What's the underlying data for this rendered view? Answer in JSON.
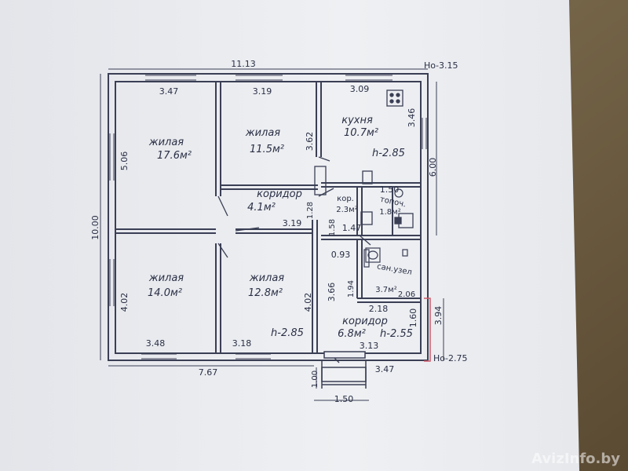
{
  "colors": {
    "paper": "#eceef1",
    "ink": "#2a2f45",
    "wall": "#3b3f55",
    "table": "#7a6a4e",
    "accent": "#d05a6a"
  },
  "overall": {
    "width_top": "11.13",
    "height_left": "10.00",
    "width_bottom": "7.67",
    "level_top": "Hо-3.15",
    "level_bottom": "Hо-2.75"
  },
  "rooms": [
    {
      "name": "жилая",
      "area": "17.6м²"
    },
    {
      "name": "жилая",
      "area": "11.5м²"
    },
    {
      "name": "кухня",
      "area": "10.7м²"
    },
    {
      "name": "коридор",
      "area": "4.1м²"
    },
    {
      "name": "кор.",
      "area": "2.3м²"
    },
    {
      "name": "топоч.",
      "area": "1.8м²"
    },
    {
      "name": "жилая",
      "area": "14.0м²"
    },
    {
      "name": "жилая",
      "area": "12.8м²"
    },
    {
      "name": "сан.узел",
      "area": "3.7м²"
    },
    {
      "name": "коридор",
      "area": "6.8м²"
    }
  ],
  "heights": {
    "kitchen": "h-2.85",
    "living": "h-2.85",
    "corridor": "h-2.55"
  },
  "dimensions": [
    "3.47",
    "3.19",
    "3.09",
    "3.46",
    "5.06",
    "3.62",
    "6.00",
    "1.50",
    "3.19",
    "1.28",
    "1.47",
    "1.58",
    "0.93",
    "1.94",
    "2.06",
    "3.66",
    "4.02",
    "4.02",
    "2.18",
    "1.60",
    "3.94",
    "3.48",
    "3.18",
    "3.13",
    "3.47",
    "1.00",
    "1.50"
  ],
  "watermark": "AvizInfo.by"
}
